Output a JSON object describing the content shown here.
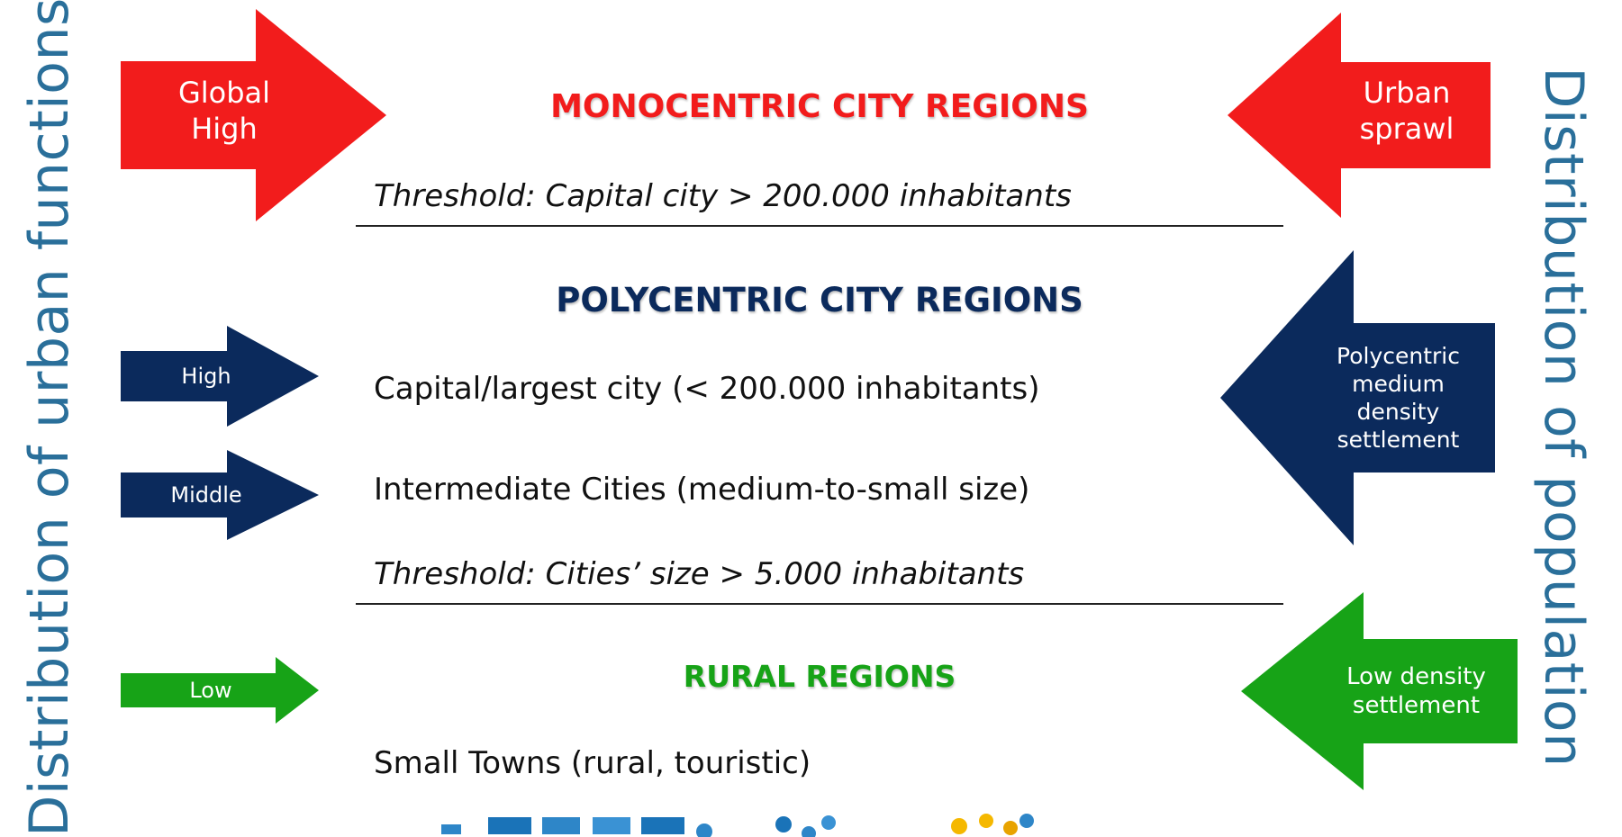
{
  "axes": {
    "left": "Distribution of urban functions",
    "right": "Distribution of population"
  },
  "sections": {
    "monocentric": {
      "title": "MONOCENTRIC CITY REGIONS",
      "threshold": "Threshold: Capital city > 200.000 inhabitants"
    },
    "polycentric": {
      "title": "POLYCENTRIC CITY REGIONS",
      "line1": "Capital/largest city (< 200.000 inhabitants)",
      "line2": "Intermediate Cities (medium-to-small size)",
      "threshold": "Threshold: Cities’ size > 5.000 inhabitants"
    },
    "rural": {
      "title": "RURAL REGIONS",
      "line1": "Small Towns (rural, touristic)"
    }
  },
  "left_arrows": {
    "global": "Global\nHigh",
    "high": "High",
    "middle": "Middle",
    "low": "Low"
  },
  "right_arrows": {
    "urban": "Urban\nsprawl",
    "polycentric": "Polycentric\nmedium\ndensity\nsettlement",
    "low": "Low density\nsettlement"
  },
  "colors": {
    "red": "#f21c1c",
    "navy": "#0b2a5c",
    "green": "#17a317",
    "axis_text": "#2a6f9a"
  }
}
